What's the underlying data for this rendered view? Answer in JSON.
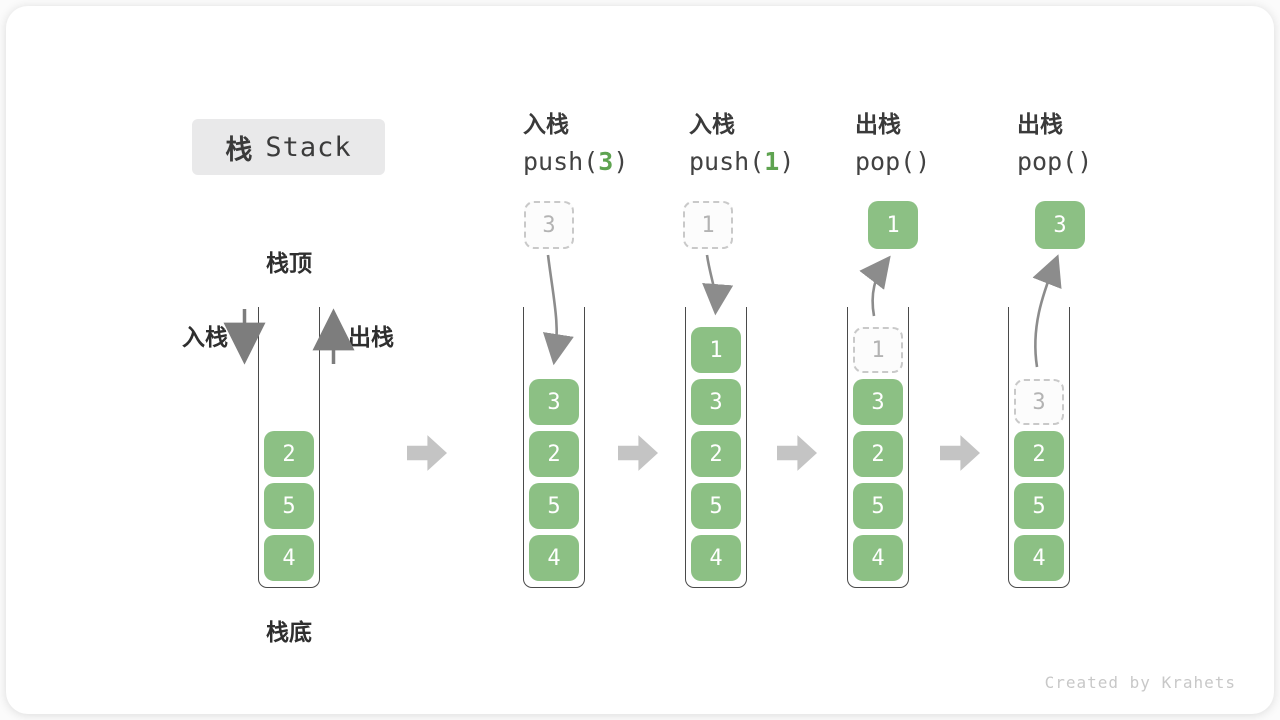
{
  "title": {
    "cjk": "栈",
    "en": "Stack"
  },
  "side_labels": {
    "stack_top": "栈顶",
    "stack_bottom": "栈底",
    "push": "入栈",
    "pop": "出栈"
  },
  "operations": [
    {
      "name": "入栈",
      "code_pre": "push(",
      "arg": "3",
      "code_post": ")"
    },
    {
      "name": "入栈",
      "code_pre": "push(",
      "arg": "1",
      "code_post": ")"
    },
    {
      "name": "出栈",
      "code_pre": "pop(",
      "arg": "",
      "code_post": ")"
    },
    {
      "name": "出栈",
      "code_pre": "pop(",
      "arg": "",
      "code_post": ")"
    }
  ],
  "floating_cells": [
    {
      "value": "3",
      "style": "ghost"
    },
    {
      "value": "1",
      "style": "ghost"
    },
    {
      "value": "1",
      "style": "solid"
    },
    {
      "value": "3",
      "style": "solid"
    }
  ],
  "stacks": [
    {
      "items": [
        {
          "value": "2"
        },
        {
          "value": "5"
        },
        {
          "value": "4"
        }
      ]
    },
    {
      "items": [
        {
          "value": "3"
        },
        {
          "value": "2"
        },
        {
          "value": "5"
        },
        {
          "value": "4"
        }
      ]
    },
    {
      "items": [
        {
          "value": "1"
        },
        {
          "value": "3"
        },
        {
          "value": "2"
        },
        {
          "value": "5"
        },
        {
          "value": "4"
        }
      ]
    },
    {
      "items": [
        {
          "value": "1"
        },
        {
          "value": "3"
        },
        {
          "value": "2"
        },
        {
          "value": "5"
        },
        {
          "value": "4"
        }
      ]
    },
    {
      "items": [
        {
          "value": "3"
        },
        {
          "value": "2"
        },
        {
          "value": "5"
        },
        {
          "value": "4"
        }
      ]
    }
  ],
  "watermark": "Created by Krahets",
  "colors": {
    "cell_green": "#8cc084",
    "arg_green": "#5ea350",
    "block_arrow_gray": "#c4c4c4",
    "curve_arrow_gray": "#8c8c8c",
    "title_bg": "#e9e9ea"
  }
}
